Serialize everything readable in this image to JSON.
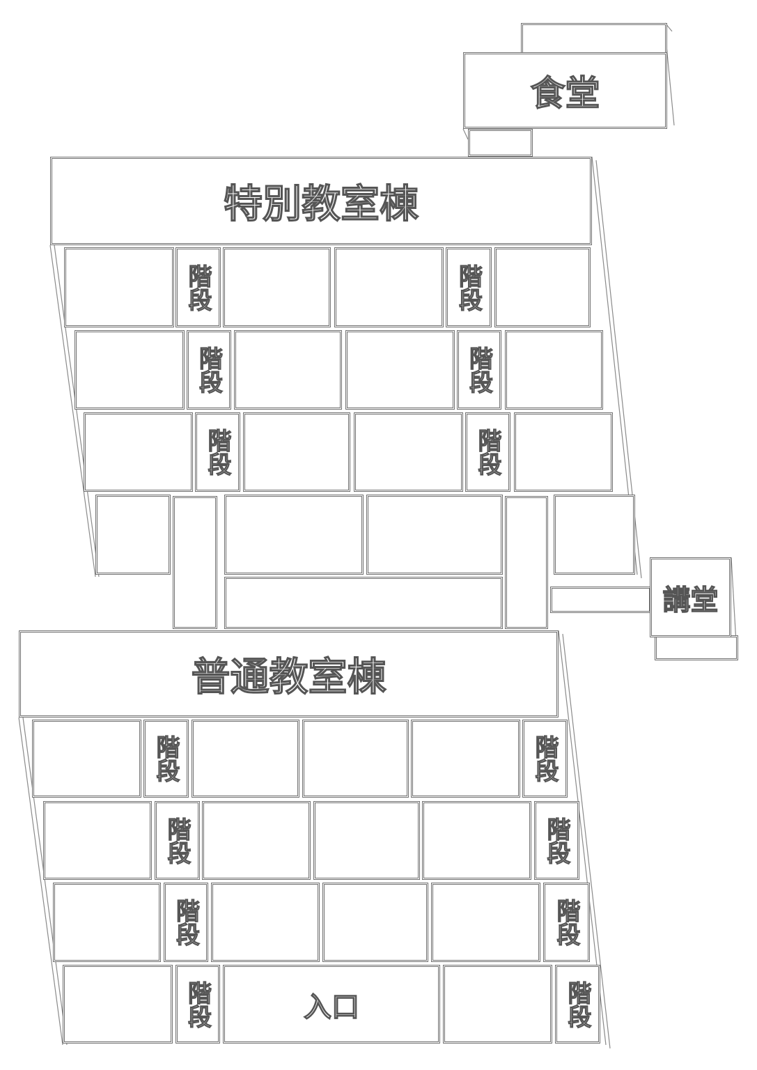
{
  "cafeteria": {
    "label": "食堂"
  },
  "special_building": {
    "label": "特別教室棟"
  },
  "general_building": {
    "label": "普通教室棟"
  },
  "auditorium": {
    "label": "講堂"
  },
  "entrance": {
    "label": "入口"
  },
  "stairs_label": "階段"
}
